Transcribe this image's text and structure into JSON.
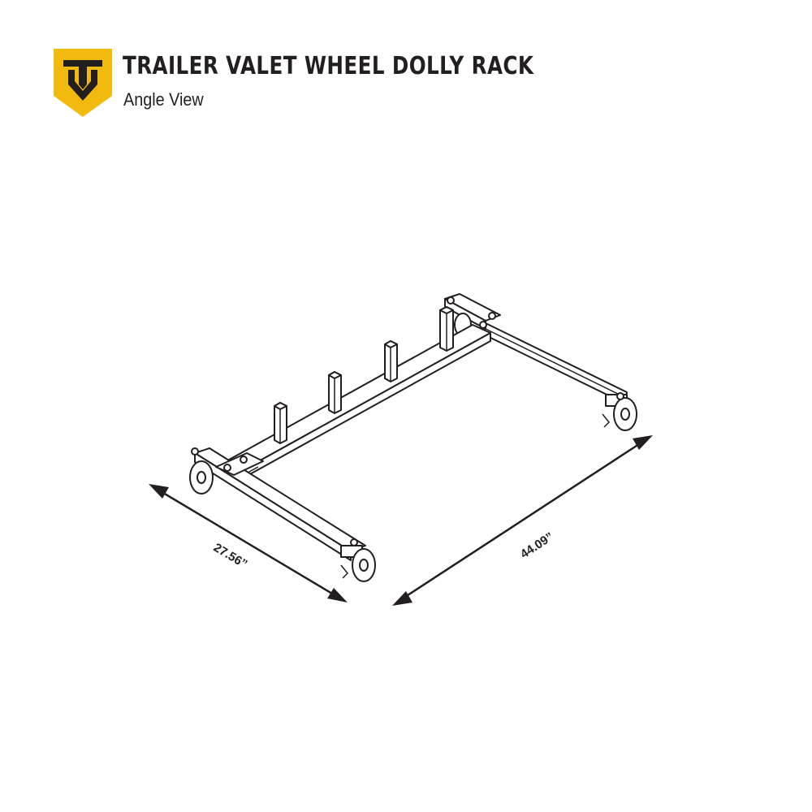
{
  "header": {
    "title": "TRAILER VALET WHEEL DOLLY RACK",
    "subtitle": "Angle View"
  },
  "logo": {
    "icon": "tv-shield-logo",
    "colors": {
      "shield": "#f2b90f",
      "mark": "#231f20"
    }
  },
  "dimensions": {
    "width_label": "27.56”",
    "length_label": "44.09”"
  },
  "colors": {
    "ink": "#231f20",
    "background": "#ffffff"
  }
}
